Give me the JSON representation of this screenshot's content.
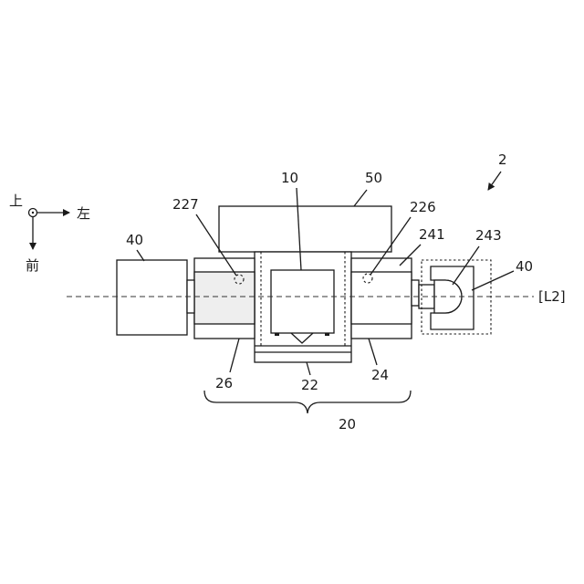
{
  "figure": {
    "labels": {
      "ref_2": "2",
      "ref_10": "10",
      "ref_50": "50",
      "ref_227": "227",
      "ref_226": "226",
      "ref_241": "241",
      "ref_243": "243",
      "ref_40_left": "40",
      "ref_40_right": "40",
      "ref_26": "26",
      "ref_22": "22",
      "ref_24": "24",
      "ref_20": "20",
      "axis_label": "[L2]"
    },
    "orientation": {
      "up": "上",
      "left": "左",
      "front": "前"
    },
    "colors": {
      "line": "#1a1a1a",
      "shaded_block": "#eeeeee"
    }
  }
}
